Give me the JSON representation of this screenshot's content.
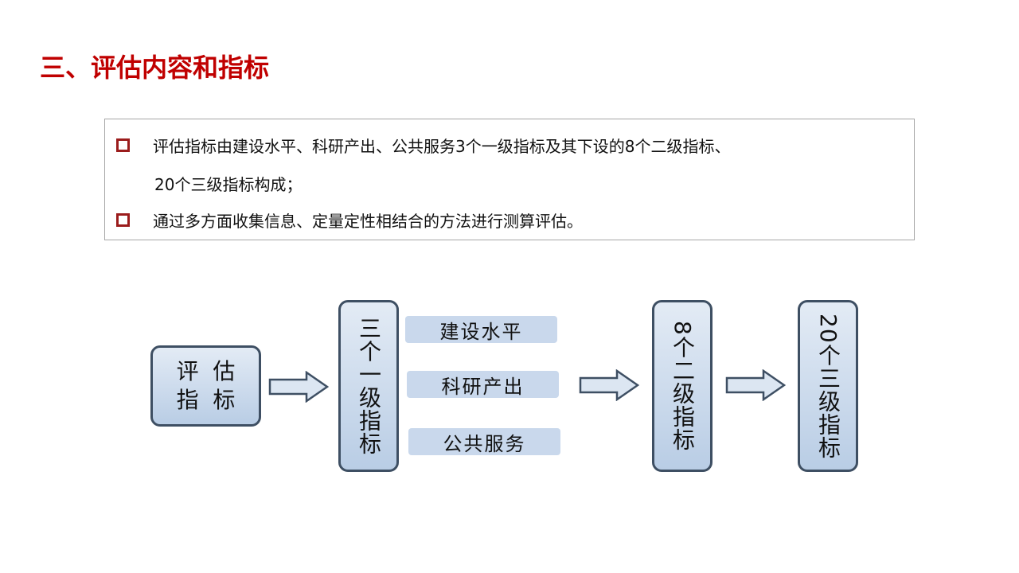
{
  "title": "三、评估内容和指标",
  "bullets": [
    {
      "line1": "评估指标由建设水平、科研产出、公共服务3个一级指标及其下设的8个二级指标、",
      "line2": "20个三级指标构成；"
    },
    {
      "line1": "通过多方面收集信息、定量定性相结合的方法进行测算评估。"
    }
  ],
  "diagram": {
    "root": {
      "row1": "评  估",
      "row2": "指  标"
    },
    "level1": "三个一级指标",
    "level1_items": [
      "建设水平",
      "科研产出",
      "公共服务"
    ],
    "level2": "8个二级指标",
    "level3": "20个三级指标",
    "colors": {
      "box_border": "#3e4f63",
      "box_fill": "#c6d7ec",
      "title": "#c00000"
    }
  }
}
